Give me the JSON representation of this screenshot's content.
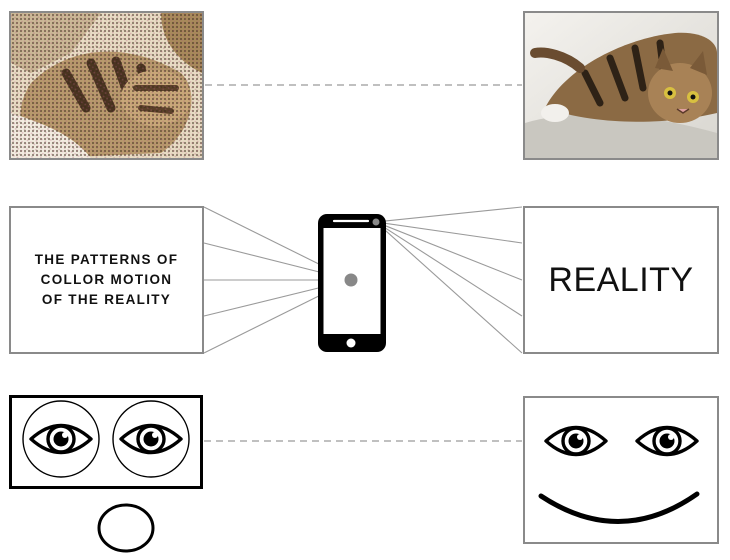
{
  "diagram": {
    "patterns_label": [
      "THE PATTERNS OF",
      "COLLOR MOTION",
      "OF THE REALITY"
    ],
    "reality_label": "REALITY",
    "icons": {
      "halftone_photo": "halftone-cat-photo",
      "real_photo": "cat-photo",
      "phone": "smartphone-icon",
      "eyes": "eye-icon",
      "mouth": "smile-icon",
      "head_circle": "circle-icon"
    },
    "colors": {
      "line": "#9a9a9a",
      "box_border": "#8a8a8a",
      "ink": "#000000",
      "camera_dot": "#888888"
    }
  }
}
